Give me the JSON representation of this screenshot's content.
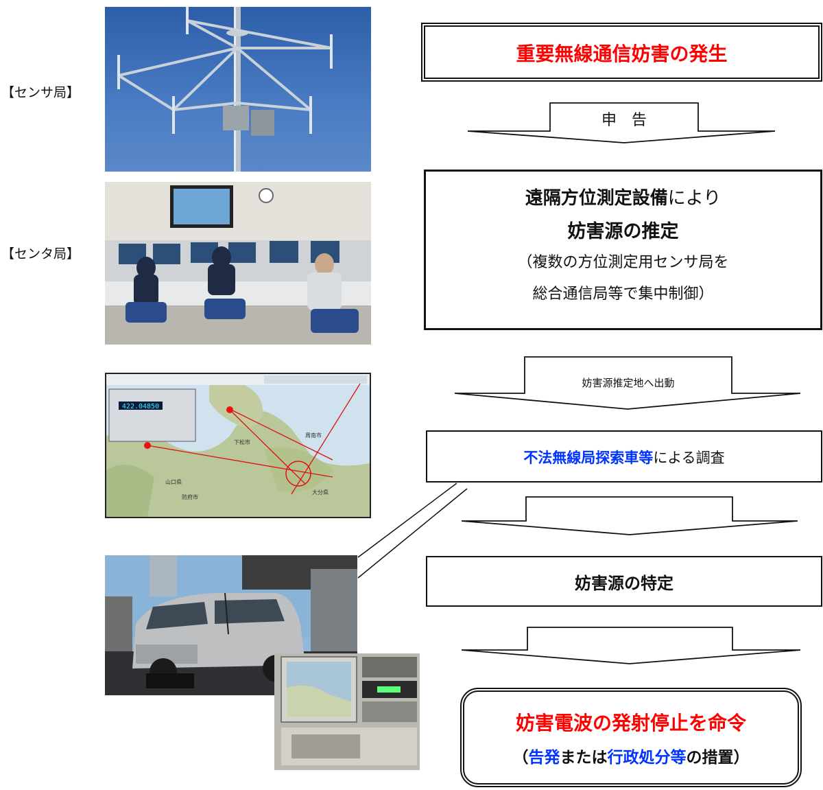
{
  "labels": {
    "sensor_station": "【センサ局】",
    "center_station": "【センタ局】"
  },
  "flow": {
    "step1": "重要無線通信妨害の発生",
    "arrow1": "申　告",
    "step2": {
      "line1_bold": "遠隔方位測定設備",
      "line1_rest": "により",
      "line2": "妨害源の推定",
      "line3": "（複数の方位測定用センサ局を",
      "line4": "総合通信局等で集中制御）"
    },
    "arrow2": "妨害源推定地へ出動",
    "step3": {
      "bold": "不法無線局探索車等",
      "rest": "による調査"
    },
    "step4": "妨害源の特定",
    "step5": {
      "line1": "妨害電波の発射停止を命令",
      "paren_open": "（",
      "kokuhatsu": "告発",
      "matawa": "または",
      "gyousei": "行政処分等",
      "no_sochi": "の措置）"
    }
  },
  "map_panel": {
    "frequency": "422.04850",
    "places": [
      "山口県",
      "防府市",
      "下松市",
      "周南市",
      "大分県"
    ]
  },
  "colors": {
    "red": "#ff0000",
    "blue": "#0033ff",
    "sky": "#3d6fb8"
  }
}
